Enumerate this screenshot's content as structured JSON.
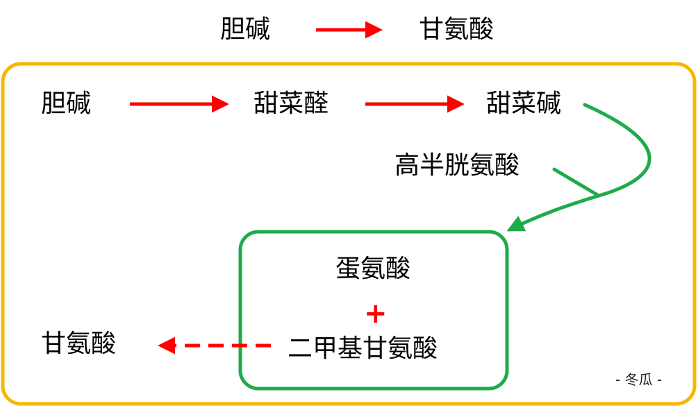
{
  "summary": {
    "from": "胆碱",
    "to": "甘氨酸"
  },
  "pathway": {
    "step1": "胆碱",
    "step2": "甜菜醛",
    "step3": "甜菜碱",
    "cosubstrate": "高半胱氨酸",
    "product_a": "蛋氨酸",
    "plus": "+",
    "product_b": "二甲基甘氨酸",
    "final": "甘氨酸"
  },
  "signature": "- 冬瓜 -",
  "colors": {
    "outer_box": "#F5B800",
    "inner_box": "#1FAA4B",
    "arrow_red": "#FF0000",
    "arrow_green": "#1FAA4B",
    "text": "#000000"
  }
}
